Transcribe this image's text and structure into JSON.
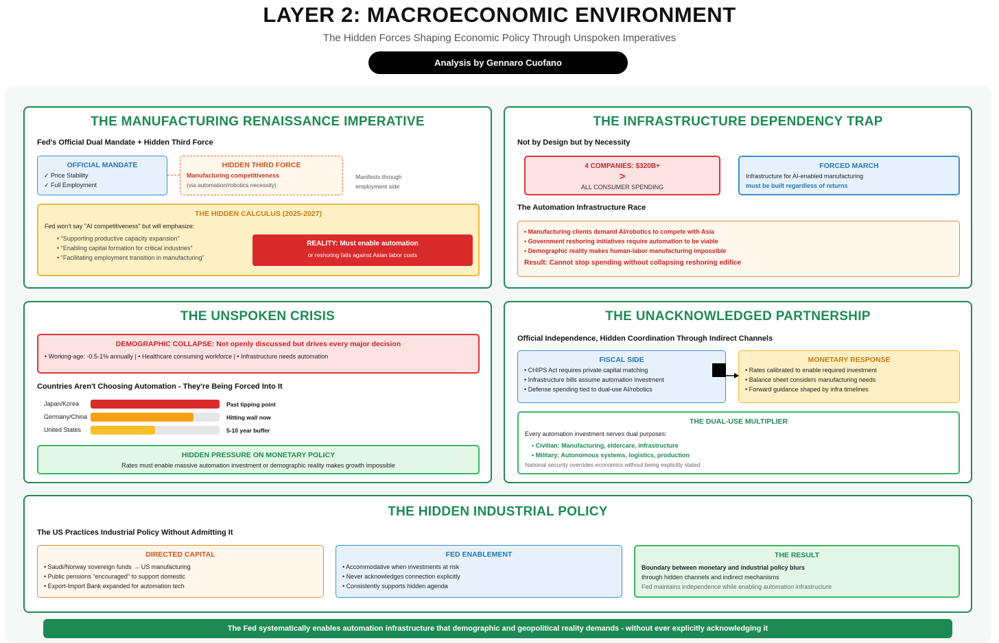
{
  "header": {
    "title": "LAYER 2: MACROECONOMIC ENVIRONMENT",
    "subtitle": "The Hidden Forces Shaping Economic Policy Through Unspoken Imperatives",
    "author": "Analysis by Gennaro Cuofano"
  },
  "manufacturing": {
    "title": "THE MANUFACTURING RENAISSANCE IMPERATIVE",
    "subtitle": "Fed's Official Dual Mandate + Hidden Third Force",
    "official": {
      "heading": "OFFICIAL MANDATE",
      "items": [
        "✓ Price Stability",
        "✓ Full Employment"
      ]
    },
    "hidden": {
      "heading": "HIDDEN THIRD FORCE",
      "line1": "Manufacturing competitiveness",
      "line2": "(via automation/robotics necessity)"
    },
    "manifests": [
      "Manifests through",
      "employment side"
    ],
    "calculus": {
      "heading": "THE HIDDEN CALCULUS (2025-2027)",
      "intro": "Fed won't say \"AI competitiveness\" but will emphasize:",
      "items": [
        "• \"Supporting productive capacity expansion\"",
        "• \"Enabling capital formation for critical industries\"",
        "• \"Facilitating employment transition in manufacturing\""
      ],
      "reality_title": "REALITY: Must enable automation",
      "reality_text": "or reshoring fails against Asian labor costs"
    }
  },
  "infrastructure": {
    "title": "THE INFRASTRUCTURE DEPENDENCY TRAP",
    "subtitle": "Not by Design but by Necessity",
    "companies": {
      "heading": "4 COMPANIES: $320B+",
      "symbol": ">",
      "text": "ALL CONSUMER SPENDING"
    },
    "forced": {
      "heading": "FORCED MARCH",
      "line1": "Infrastructure for AI-enabled manufacturing",
      "line2": "must be built regardless of returns"
    },
    "race_title": "The Automation Infrastructure Race",
    "race_items": [
      "• Manufacturing clients demand AI/robotics to compete with Asia",
      "• Government reshoring initiatives require automation to be viable",
      "• Demographic reality makes human-labor manufacturing impossible"
    ],
    "race_result": "Result: Cannot stop spending without collapsing reshoring edifice"
  },
  "crisis": {
    "title": "THE UNSPOKEN CRISIS",
    "collapse_heading": "DEMOGRAPHIC COLLAPSE: Not openly discussed but drives every major decision",
    "collapse_text": "• Working-age: -0.5-1% annually | • Healthcare consuming workforce | • Infrastructure needs automation",
    "countries_title": "Countries Aren't Choosing Automation - They're Being Forced Into It",
    "pressure_heading": "HIDDEN PRESSURE ON MONETARY POLICY",
    "pressure_text": "Rates must enable massive automation investment or demographic reality makes growth impossible"
  },
  "chart_data": {
    "type": "bar",
    "orientation": "horizontal",
    "categories": [
      "Japan/Korea",
      "Germany/China",
      "United States"
    ],
    "values": [
      100,
      80,
      50
    ],
    "value_labels": [
      "Past tipping point",
      "Hitting wall now",
      "5-10 year buffer"
    ],
    "colors": [
      "#d92b2b",
      "#f5a116",
      "#f6bf2c"
    ],
    "xlim": [
      0,
      100
    ],
    "title": "",
    "xlabel": "",
    "ylabel": ""
  },
  "partnership": {
    "title": "THE UNACKNOWLEDGED PARTNERSHIP",
    "subtitle": "Official Independence, Hidden Coordination Through Indirect Channels",
    "fiscal": {
      "heading": "FISCAL SIDE",
      "items": [
        "• CHIPS Act requires private capital matching",
        "• Infrastructure bills assume automation investment",
        "• Defense spending tied to dual-use AI/robotics"
      ]
    },
    "monetary": {
      "heading": "MONETARY RESPONSE",
      "items": [
        "• Rates calibrated to enable required investment",
        "• Balance sheet considers manufacturing needs",
        "• Forward guidance shaped by infra timelines"
      ]
    },
    "dual": {
      "heading": "THE DUAL-USE MULTIPLIER",
      "intro": "Every automation investment serves dual purposes:",
      "items": [
        "• Civilian: Manufacturing, eldercare, infrastructure",
        "• Military: Autonomous systems, logistics, production"
      ],
      "note": "National security overrides economics without being explicitly stated"
    }
  },
  "industrial": {
    "title": "THE HIDDEN INDUSTRIAL POLICY",
    "subtitle": "The US Practices Industrial Policy Without Admitting It",
    "directed": {
      "heading": "DIRECTED CAPITAL",
      "items": [
        "• Saudi/Norway sovereign funds → US manufacturing",
        "• Public pensions \"encouraged\" to support domestic",
        "• Export-Import Bank expanded for automation tech"
      ]
    },
    "enablement": {
      "heading": "FED ENABLEMENT",
      "items": [
        "• Accommodative when investments at risk",
        "• Never acknowledges connection explicitly",
        "• Consistently supports hidden agenda"
      ]
    },
    "result": {
      "heading": "THE RESULT",
      "line1": "Boundary between monetary and industrial policy blurs",
      "line2": "through hidden channels and indirect mechanisms",
      "line3": "Fed maintains independence while enabling automation infrastructure"
    }
  },
  "footer": "The Fed systematically enables automation infrastructure that demographic and geopolitical reality demands - without ever explicitly acknowledging it"
}
